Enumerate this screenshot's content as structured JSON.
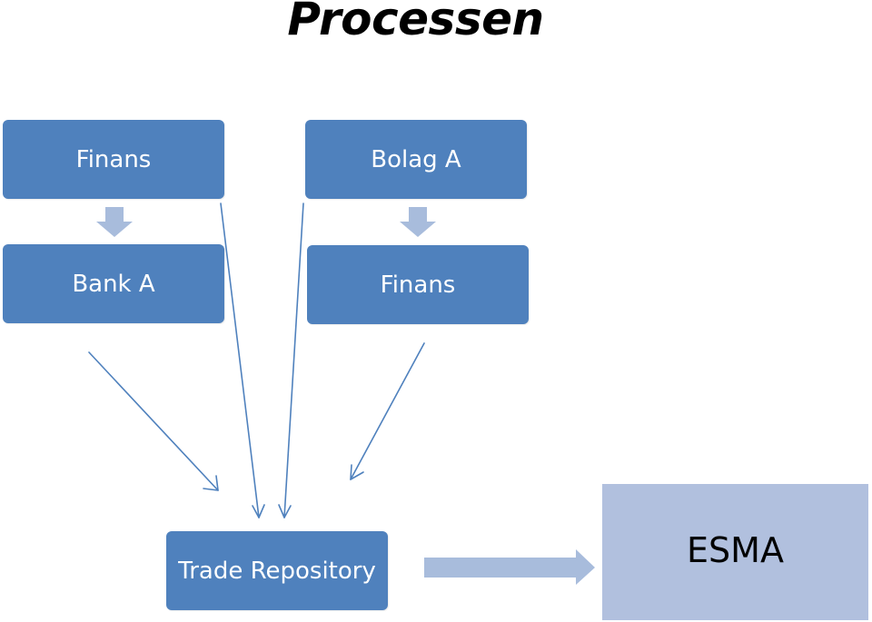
{
  "title": "Processen",
  "nodes": {
    "finans_left": "Finans",
    "bolag_a": "Bolag A",
    "bank_a": "Bank A",
    "finans_right": "Finans",
    "trade_repository": "Trade Repository",
    "esma": "ESMA"
  },
  "colors": {
    "node_fill": "#4f81bd",
    "node_text": "#ffffff",
    "block_arrow": "#a8bcdc",
    "line_arrow": "#4f81bd",
    "esma_fill": "#b1c0de"
  }
}
